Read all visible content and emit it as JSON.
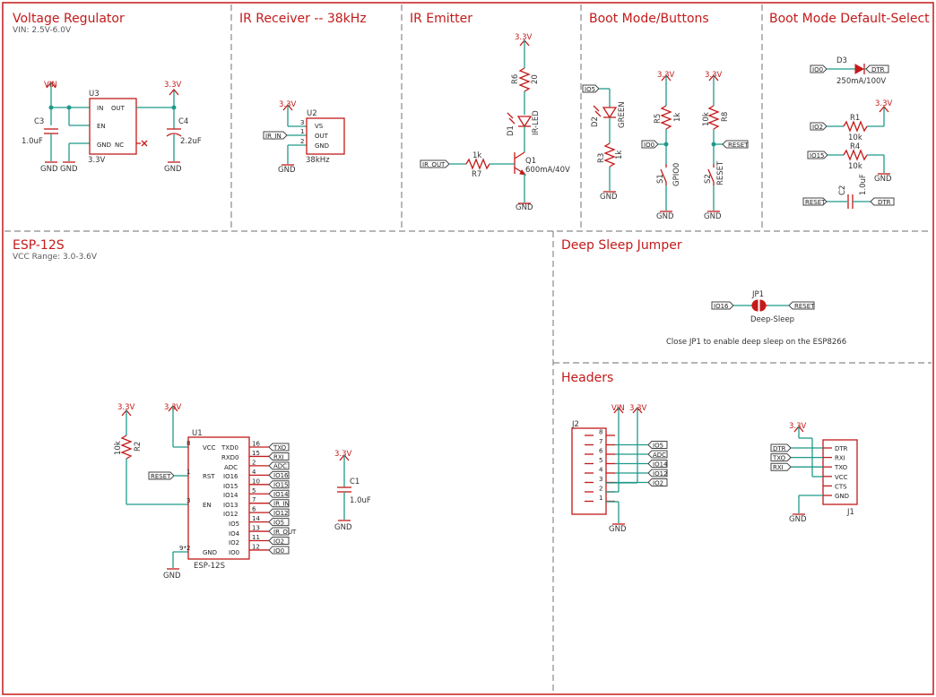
{
  "sections": {
    "voltage_regulator": {
      "title": "Voltage Regulator",
      "subtitle": "VIN: 2.5V-6.0V"
    },
    "ir_receiver": {
      "title": "IR Receiver -- 38kHz"
    },
    "ir_emitter": {
      "title": "IR Emitter"
    },
    "boot_buttons": {
      "title": "Boot Mode/Buttons"
    },
    "boot_default": {
      "title": "Boot Mode Default-Select"
    },
    "esp12s": {
      "title": "ESP-12S",
      "subtitle": "VCC Range: 3.0-3.6V"
    },
    "deep_sleep": {
      "title": "Deep Sleep Jumper",
      "note": "Close JP1 to enable deep sleep on the ESP8266"
    },
    "headers": {
      "title": "Headers"
    }
  },
  "labels": {
    "vin": "VIN",
    "v33": "3.3V",
    "gnd": "GND",
    "u3": "U3",
    "u3_in": "IN",
    "u3_out": "OUT",
    "u3_en": "EN",
    "u3_gnd": "GND",
    "u3_nc": "NC",
    "u3_value": "3.3V",
    "c3": "C3",
    "c3_value": "1.0uF",
    "c4": "C4",
    "c4_value": "2.2uF",
    "u2": "U2",
    "u2_vs": "VS",
    "u2_out": "OUT",
    "u2_gnd": "GND",
    "u2_value": "38kHz",
    "u2_pin3": "3",
    "u2_pin1": "1",
    "u2_pin2": "2",
    "ir_in": "IR_IN",
    "ir_out": "IR_OUT",
    "r6": "R6",
    "r6_value": "20",
    "d1": "D1",
    "d1_value": "IR-LED",
    "q1": "Q1",
    "q1_value": "600mA/40V",
    "r7": "R7",
    "r7_value": "1k",
    "io5": "IO5",
    "io0": "IO0",
    "io2": "IO2",
    "io15": "IO15",
    "io16": "IO16",
    "io4": "IO4",
    "io12": "IO12",
    "io13": "IO13",
    "io14": "IO14",
    "reset": "RESET",
    "dtr": "DTR",
    "rxi": "RXI",
    "txo": "TXO",
    "adc": "ADC",
    "d2": "D2",
    "d2_value": "GREEN",
    "r3": "R3",
    "r3_value": "1k",
    "r5": "R5",
    "r5_value": "1k",
    "r8": "R8",
    "r8_value": "10k",
    "s1": "S1",
    "s1_value": "GPIO0",
    "s2": "S2",
    "s2_value": "RESET",
    "d3": "D3",
    "d3_value": "250mA/100V",
    "r1": "R1",
    "r1_value": "10k",
    "r4": "R4",
    "r4_value": "10k",
    "c2": "C2",
    "c2_value": "1.0uF",
    "u1": "U1",
    "u1_value": "ESP-12S",
    "r2": "R2",
    "r2_value": "10k",
    "c1": "C1",
    "c1_value": "1.0uF",
    "jp1": "JP1",
    "jp1_value": "Deep-Sleep",
    "j2": "J2",
    "j1": "J1",
    "pin_rst": "RST",
    "pin_en": "EN",
    "pin_vcc": "VCC",
    "pin_txd0": "TXD0",
    "pin_rxd0": "RXD0",
    "pin_adc": "ADC",
    "pin_io16": "IO16",
    "pin_io15": "IO15",
    "pin_io14": "IO14",
    "pin_io13": "IO13",
    "pin_io12": "IO12",
    "pin_io5": "IO5",
    "pin_io4": "IO4",
    "pin_io2": "IO2",
    "pin_io0": "IO0",
    "pin_gnd": "GND",
    "u1_pin1": "1",
    "u1_pin3": "3",
    "u1_pin8": "8",
    "u1_pin_gnd": "9*2",
    "u1_pins_right": [
      "16",
      "15",
      "2",
      "4",
      "10",
      "5",
      "7",
      "6",
      "14",
      "13",
      "11",
      "12"
    ],
    "j2_pins": [
      "8",
      "7",
      "6",
      "5",
      "4",
      "3",
      "2",
      "1"
    ],
    "j1_pins": [
      "DTR",
      "RXI",
      "TXO",
      "VCC",
      "CTS",
      "GND"
    ]
  }
}
